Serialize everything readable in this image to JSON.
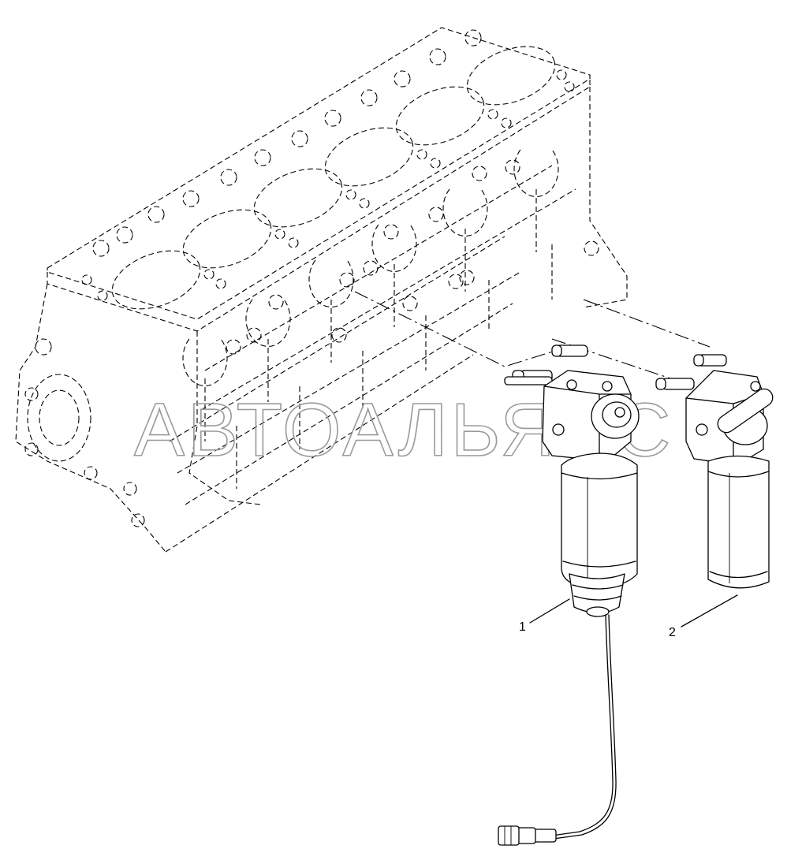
{
  "diagram": {
    "watermark": "АВТОАЛЬЯНС",
    "callouts": [
      {
        "id": "1",
        "text": "1"
      },
      {
        "id": "2",
        "text": "2"
      }
    ],
    "colors": {
      "line": "#000000",
      "background": "#ffffff",
      "watermark": "#9a9a9a"
    }
  }
}
